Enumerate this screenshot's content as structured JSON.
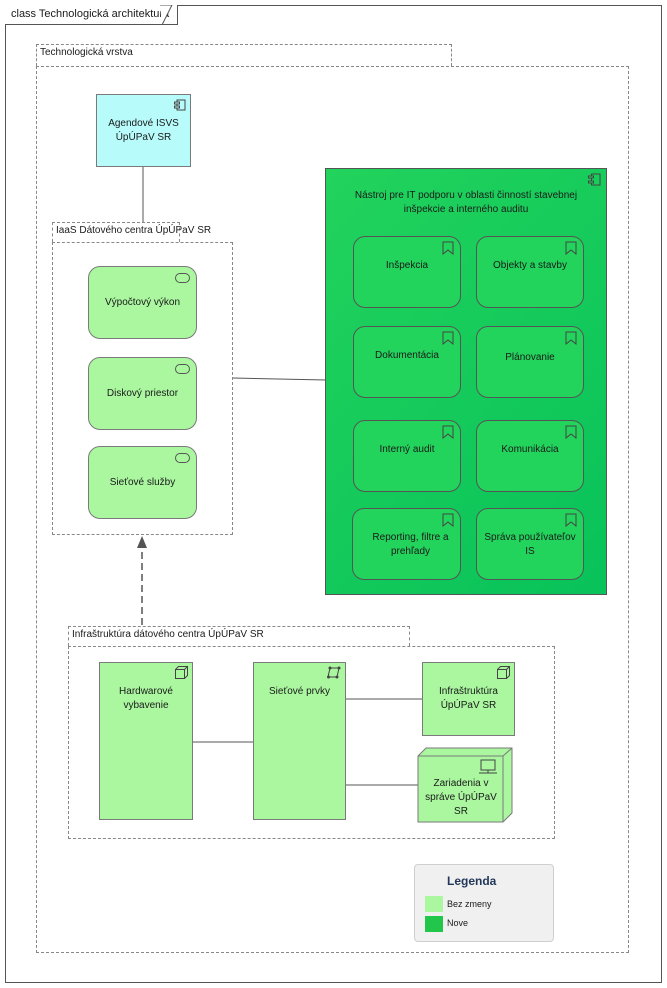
{
  "frame": {
    "title": "class Technologická architektura"
  },
  "layer": {
    "label": "Technologická vrstva"
  },
  "agendove": {
    "label": "Agendové ISVS ÚpÚPaV SR"
  },
  "iaas": {
    "label": "IaaS Dátového centra ÚpÚPaV SR",
    "services": [
      "Výpočtový výkon",
      "Diskový priestor",
      "Sieťové služby"
    ]
  },
  "nastroj": {
    "label": "Nástroj pre IT podporu v oblasti činností stavebnej inšpekcie a interného auditu",
    "functions": [
      "Inšpekcia",
      "Objekty a stavby",
      "Dokumentácia",
      "Plánovanie",
      "Interný audit",
      "Komunikácia",
      "Reporting, filtre a prehľady",
      "Správa používateľov IS"
    ]
  },
  "infra": {
    "label": "Infraštruktúra dátového centra ÚpÚPaV SR",
    "hardware": "Hardwarové vybavenie",
    "network": "Sieťové prvky",
    "infra_node": "Infraštruktúra ÚpÚPaV SR",
    "devices": "Zariadenia v správe ÚpÚPaV SR"
  },
  "legend": {
    "title": "Legenda",
    "items": [
      {
        "label": "Bez zmeny",
        "color": "#aaf7a0"
      },
      {
        "label": "Nove",
        "color": "#22c64b"
      }
    ]
  },
  "colors": {
    "application_component": "#b8fbfb",
    "unchanged": "#aaf7a0",
    "new_light": "#22d35c",
    "new_gradient": "#08c25a"
  }
}
